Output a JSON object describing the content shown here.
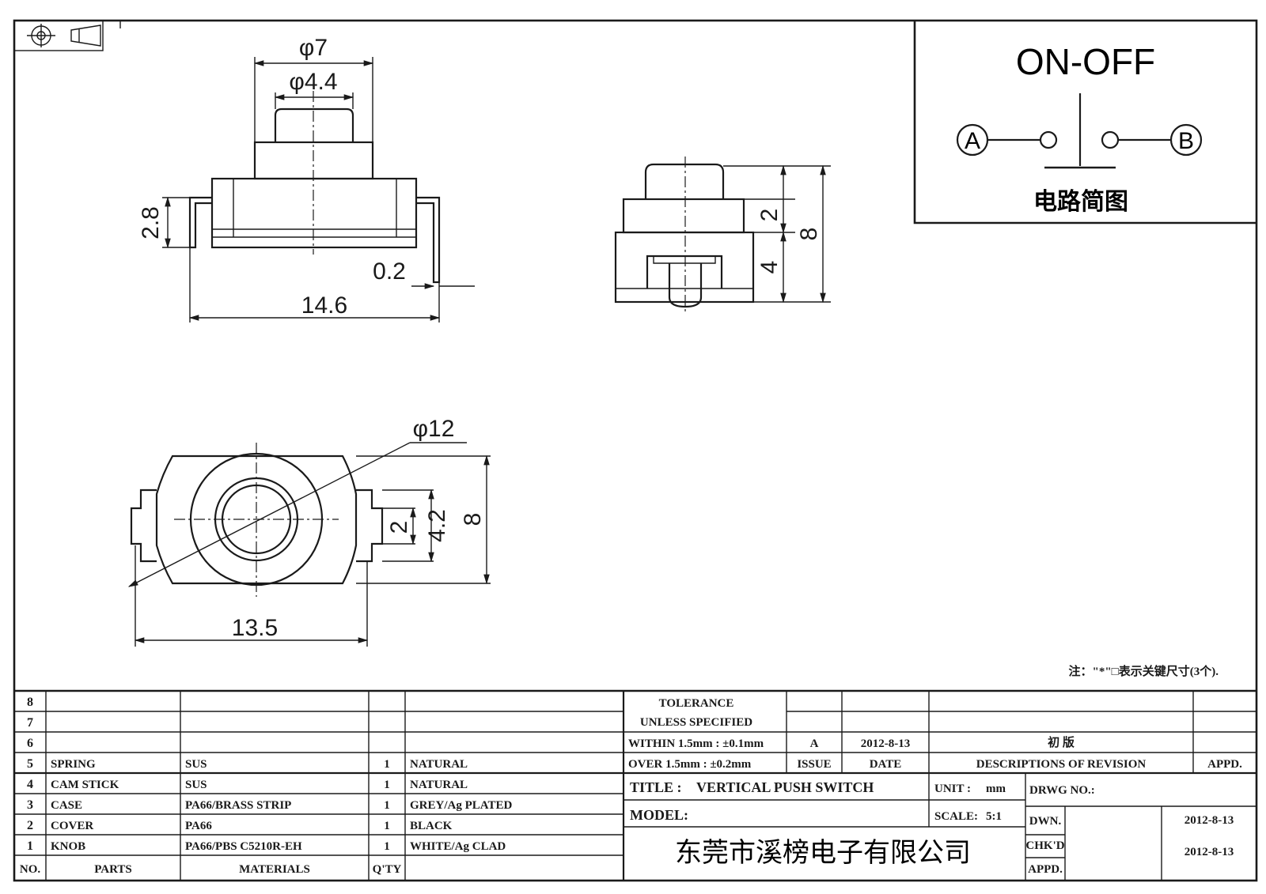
{
  "circuit": {
    "title": "ON-OFF",
    "terminal_a": "A",
    "terminal_b": "B",
    "caption": "电路简图"
  },
  "dimensions": {
    "front_view": {
      "knob_dia": "φ7",
      "stem_dia": "φ4.4",
      "terminal_height": "2.8",
      "terminal_thickness": "0.2",
      "overall_width": "14.6"
    },
    "side_view": {
      "upper_height": "2",
      "lower_height": "4",
      "overall_height": "8"
    },
    "bottom_view": {
      "diameter": "φ12",
      "inner_width": "2",
      "terminal_width": "4.2",
      "overall_height": "8",
      "overall_width": "13.5"
    }
  },
  "note": "注：\"*\"□表示关键尺寸(3个).",
  "bom": {
    "rows": [
      {
        "no": "8",
        "part": "",
        "material": "",
        "qty": "",
        "finish": ""
      },
      {
        "no": "7",
        "part": "",
        "material": "",
        "qty": "",
        "finish": ""
      },
      {
        "no": "6",
        "part": "",
        "material": "",
        "qty": "",
        "finish": ""
      },
      {
        "no": "5",
        "part": "SPRING",
        "material": "SUS",
        "qty": "1",
        "finish": "NATURAL"
      },
      {
        "no": "4",
        "part": "CAM STICK",
        "material": "SUS",
        "qty": "1",
        "finish": "NATURAL"
      },
      {
        "no": "3",
        "part": "CASE",
        "material": "PA66/BRASS STRIP",
        "qty": "1",
        "finish": "GREY/Ag PLATED"
      },
      {
        "no": "2",
        "part": "COVER",
        "material": "PA66",
        "qty": "1",
        "finish": "BLACK"
      },
      {
        "no": "1",
        "part": "KNOB",
        "material": "PA66/PBS C5210R-EH",
        "qty": "1",
        "finish": "WHITE/Ag CLAD"
      }
    ],
    "headers": {
      "no": "NO.",
      "parts": "PARTS",
      "materials": "MATERIALS",
      "qty": "Q'TY"
    }
  },
  "tolerance": {
    "line1": "TOLERANCE",
    "line2": "UNLESS  SPECIFIED",
    "line3": "WITHIN 1.5mm : ±0.1mm",
    "line4": "OVER 1.5mm : ±0.2mm"
  },
  "revision": {
    "issue": "A",
    "date": "2012-8-13",
    "description": "初  版",
    "issue_label": "ISSUE",
    "date_label": "DATE",
    "desc_label": "DESCRIPTIONS OF REVISION",
    "appd_label": "APPD."
  },
  "title_block": {
    "title_label": "TITLE :",
    "title": "VERTICAL PUSH SWITCH",
    "unit_label": "UNIT :",
    "unit": "mm",
    "drwg_label": "DRWG NO.:",
    "model_label": "MODEL:",
    "scale_label": "SCALE:",
    "scale": "5:1",
    "dwn_label": "DWN.",
    "dwn_date": "2012-8-13",
    "chkd_label": "CHK'D",
    "chkd_date": "2012-8-13",
    "appd_label": "APPD.",
    "company": "东莞市溪榜电子有限公司"
  }
}
